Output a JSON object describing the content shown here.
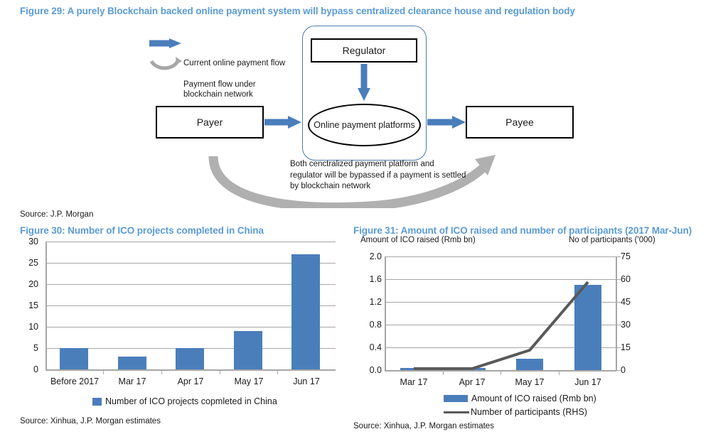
{
  "figure29": {
    "title": "Figure 29: A purely Blockchain backed online payment system will bypass centralized clearance house and regulation body",
    "source": "Source: J.P. Morgan",
    "legend": [
      {
        "icon": "blue-straight-arrow",
        "label": "Current online payment flow"
      },
      {
        "icon": "gray-curved-arrow",
        "label": "Payment flow under blockchain network"
      }
    ],
    "nodes": {
      "payer": "Payer",
      "payee": "Payee",
      "regulator": "Regulator",
      "platform": "Online payment platforms"
    },
    "annotation": "Both cenctralized payment platform and regulator will be bypassed if a payment is settled by blockchain network",
    "colors": {
      "accent_blue": "#4a7ebb",
      "gray_arrow": "#a6a6a6",
      "box_border": "#000000",
      "container_border": "#4b7aab"
    }
  },
  "figure30": {
    "title": "Figure 30: Number of ICO projects completed in China",
    "source": "Source: Xinhua, J.P. Morgan  estimates",
    "legend_label": "Number of ICO projects copmleted in China",
    "chart_data": {
      "type": "bar",
      "title": "Number of ICO projects completed in China",
      "categories": [
        "Before 2017",
        "Mar 17",
        "Apr 17",
        "May 17",
        "Jun 17"
      ],
      "values": [
        5,
        3,
        5,
        9,
        27
      ],
      "series": [
        {
          "name": "Number of ICO projects copmleted in China",
          "values": [
            5,
            3,
            5,
            9,
            27
          ],
          "color": "#4a7ebb"
        }
      ],
      "xlabel": "",
      "ylabel": "",
      "ylim": [
        0,
        30
      ],
      "yticks": [
        0,
        5,
        10,
        15,
        20,
        25,
        30
      ],
      "ytick_labels": [
        "0",
        "5",
        "10",
        "15",
        "20",
        "25",
        "30"
      ],
      "grid": true,
      "legend_position": "bottom"
    }
  },
  "figure31": {
    "title": "Figure 31: Amount of ICO raised and number of participants (2017 Mar-Jun)",
    "source": "Source: Xinhua, J.P. Morgan estimates",
    "left_axis_title": "Amount of ICO raised (Rmb bn)",
    "right_axis_title": "No of participants ('000)",
    "legend": [
      {
        "type": "bar",
        "label": "Amount of ICO raised (Rmb bn)",
        "color": "#4a7ebb"
      },
      {
        "type": "line",
        "label": "Number of participants (RHS)",
        "color": "#595959"
      }
    ],
    "chart_data": {
      "type": "bar",
      "title": "Amount of ICO raised and number of participants (2017 Mar-Jun)",
      "categories": [
        "Mar 17",
        "Apr 17",
        "May 17",
        "Jun 17"
      ],
      "series": [
        {
          "name": "Amount of ICO raised (Rmb bn)",
          "type": "bar",
          "axis": "left",
          "values": [
            0.03,
            0.03,
            0.2,
            1.5
          ],
          "color": "#4a7ebb"
        },
        {
          "name": "Number of participants (RHS)",
          "type": "line",
          "axis": "right",
          "values": [
            1,
            1,
            13,
            58
          ],
          "color": "#595959"
        }
      ],
      "xlabel": "",
      "ylabel": "Amount of ICO raised (Rmb bn)",
      "y2label": "No of participants ('000)",
      "ylim": [
        0.0,
        2.0
      ],
      "yticks": [
        0.0,
        0.4,
        0.8,
        1.2,
        1.6,
        2.0
      ],
      "ytick_labels": [
        "0.0",
        "0.4",
        "0.8",
        "1.2",
        "1.6",
        "2.0"
      ],
      "y2lim": [
        0,
        75
      ],
      "y2ticks": [
        0,
        15,
        30,
        45,
        60,
        75
      ],
      "y2tick_labels": [
        "0",
        "15",
        "30",
        "45",
        "60",
        "75"
      ],
      "grid": true,
      "legend_position": "bottom"
    }
  }
}
